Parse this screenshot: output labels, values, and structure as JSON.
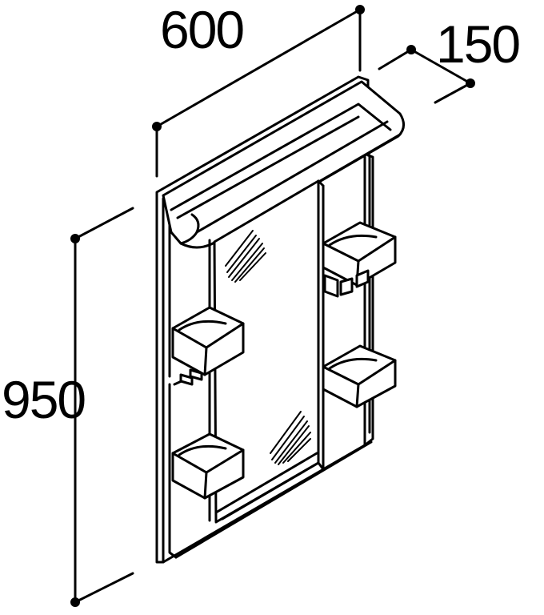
{
  "dimensions": {
    "width": "600",
    "depth": "150",
    "height": "950"
  },
  "colors": {
    "line": "#000000",
    "background": "#ffffff"
  }
}
